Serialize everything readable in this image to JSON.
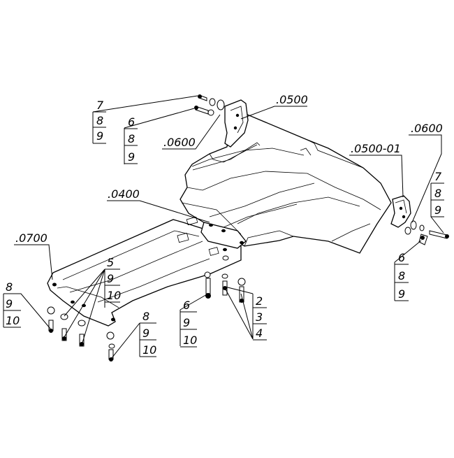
{
  "parts": {
    "p0500": ".0500",
    "p0600_left": ".0600",
    "p0600_right": ".0600",
    "p0500_01": ".0500-01",
    "p0400": ".0400",
    "p0700": ".0700"
  },
  "callouts": {
    "top_left_a": [
      "7",
      "8",
      "9"
    ],
    "top_left_b": [
      "6",
      "8",
      "9"
    ],
    "right_a": [
      "7",
      "8",
      "9"
    ],
    "right_b": [
      "6",
      "8",
      "9"
    ],
    "left_a": [
      "8",
      "9",
      "10"
    ],
    "mid_a": [
      "5",
      "9",
      "10"
    ],
    "mid_b": [
      "8",
      "9",
      "10"
    ],
    "center_a": [
      "6",
      "9",
      "10"
    ],
    "center_b": [
      "2",
      "3",
      "4"
    ]
  },
  "colors": {
    "line": "#000000",
    "background": "#ffffff"
  }
}
